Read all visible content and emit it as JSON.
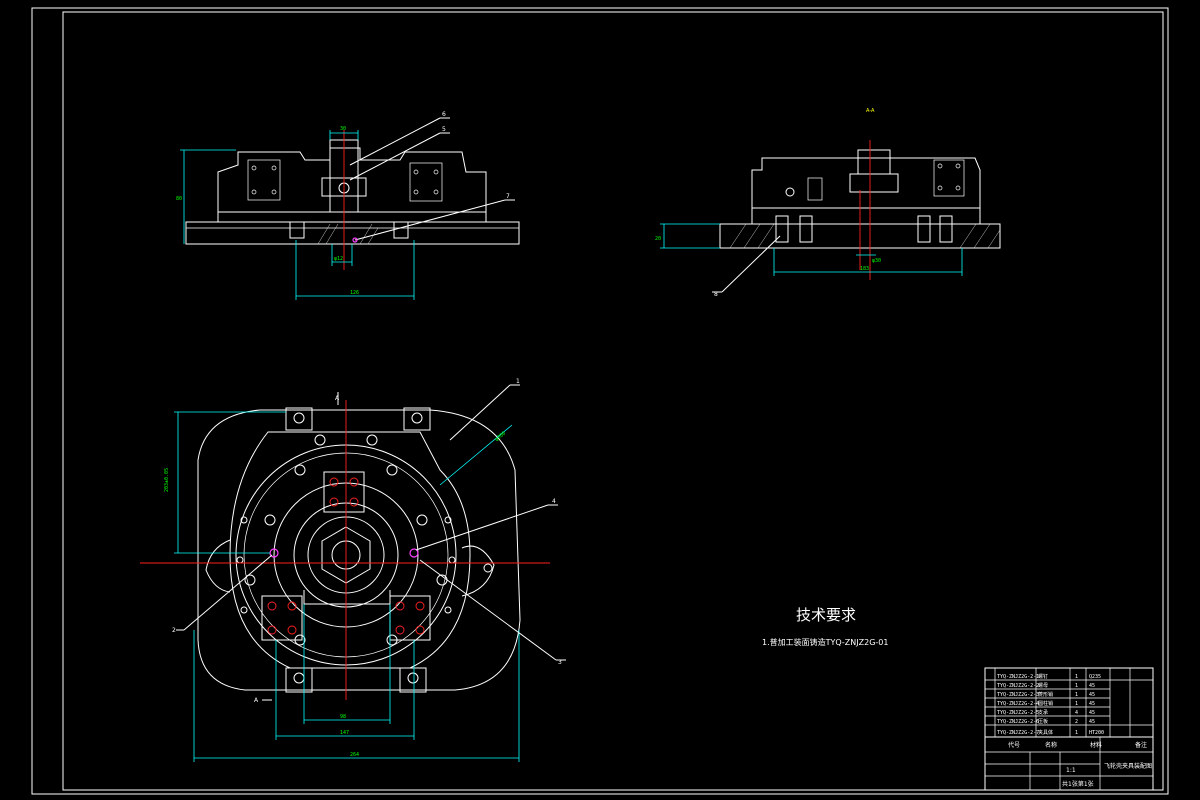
{
  "technical_requirements": {
    "heading": "技术要求",
    "item_1": "1.普加工装面铸造TYQ-ZNJZ2G-01"
  },
  "balloons": {
    "top_view": [
      "6",
      "5",
      "7"
    ],
    "side_view": [
      "8"
    ],
    "plan_view": [
      "1",
      "4",
      "2",
      "3"
    ]
  },
  "section_label": "A-A",
  "section_marks": {
    "top": "A",
    "bottom": "A"
  },
  "dimensions": {
    "top_width": "30",
    "top_height": "80",
    "top_bore": "φ12",
    "top_base": "126",
    "side_height": "20",
    "side_base": "183",
    "side_bore": "φ30",
    "plan_height": "203±0.05",
    "plan_inner": "98",
    "plan_mid": "147",
    "plan_outer": "264",
    "plan_diag": "φ380"
  },
  "title_block": {
    "drawing_title": "飞轮壳夹具装配图",
    "scale": "1:1",
    "sheet": "共1张第1张",
    "headers": {
      "code": "代号",
      "name": "名称",
      "material": "材料",
      "remark": "备注"
    },
    "parts": [
      {
        "code": "TYQ-ZNJZ2G-2-1",
        "name": "螺钉",
        "qty": "1",
        "material": "Q235"
      },
      {
        "code": "TYQ-ZNJZ2G-2-2",
        "name": "螺母",
        "qty": "1",
        "material": "45"
      },
      {
        "code": "TYQ-ZNJZ2G-2-3",
        "name": "菱形销",
        "qty": "1",
        "material": "45"
      },
      {
        "code": "TYQ-ZNJZ2G-2-4",
        "name": "圆柱销",
        "qty": "1",
        "material": "45"
      },
      {
        "code": "TYQ-ZNJZ2G-2-5",
        "name": "支承",
        "qty": "4",
        "material": "45"
      },
      {
        "code": "TYQ-ZNJZ2G-2-6",
        "name": "压板",
        "qty": "2",
        "material": "45"
      },
      {
        "code": "TYQ-ZNJZ2G-2-7",
        "name": "夹具体",
        "qty": "1",
        "material": "HT200"
      }
    ]
  }
}
